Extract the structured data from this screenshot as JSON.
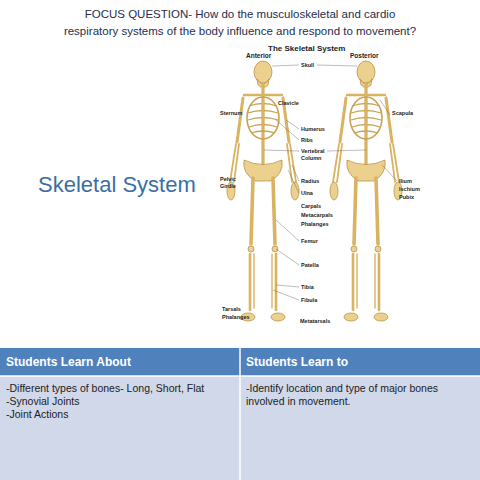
{
  "diagram": {
    "title": "FOCUS QUESTION- How do the musculoskeletal and cardio respiratory systems of the body influence and respond to movement?",
    "labels": [
      "Skeletal System",
      "The Skeletal System",
      "Anterior",
      "Posterior",
      "Skull",
      "Clavicle",
      "Sternum",
      "Scapula",
      "Humerus",
      "Ribs",
      "Vertebral Column",
      "Radius",
      "Pelvic Girdle",
      "Ilium",
      "Ischium",
      "Pubix",
      "Ulna",
      "Carpals",
      "Metacarpals",
      "Phalanges",
      "Femur",
      "Patella",
      "Tibia",
      "Fibula",
      "Tarsals",
      "Phalanges",
      "Metatarsals",
      "Students Learn About",
      "Students Learn to",
      "-Different types of bones- Long, Short, Flat",
      "-Synovial Joints",
      "-Joint Actions",
      "-Identify location and type of major bones involved in movement."
    ]
  }
}
